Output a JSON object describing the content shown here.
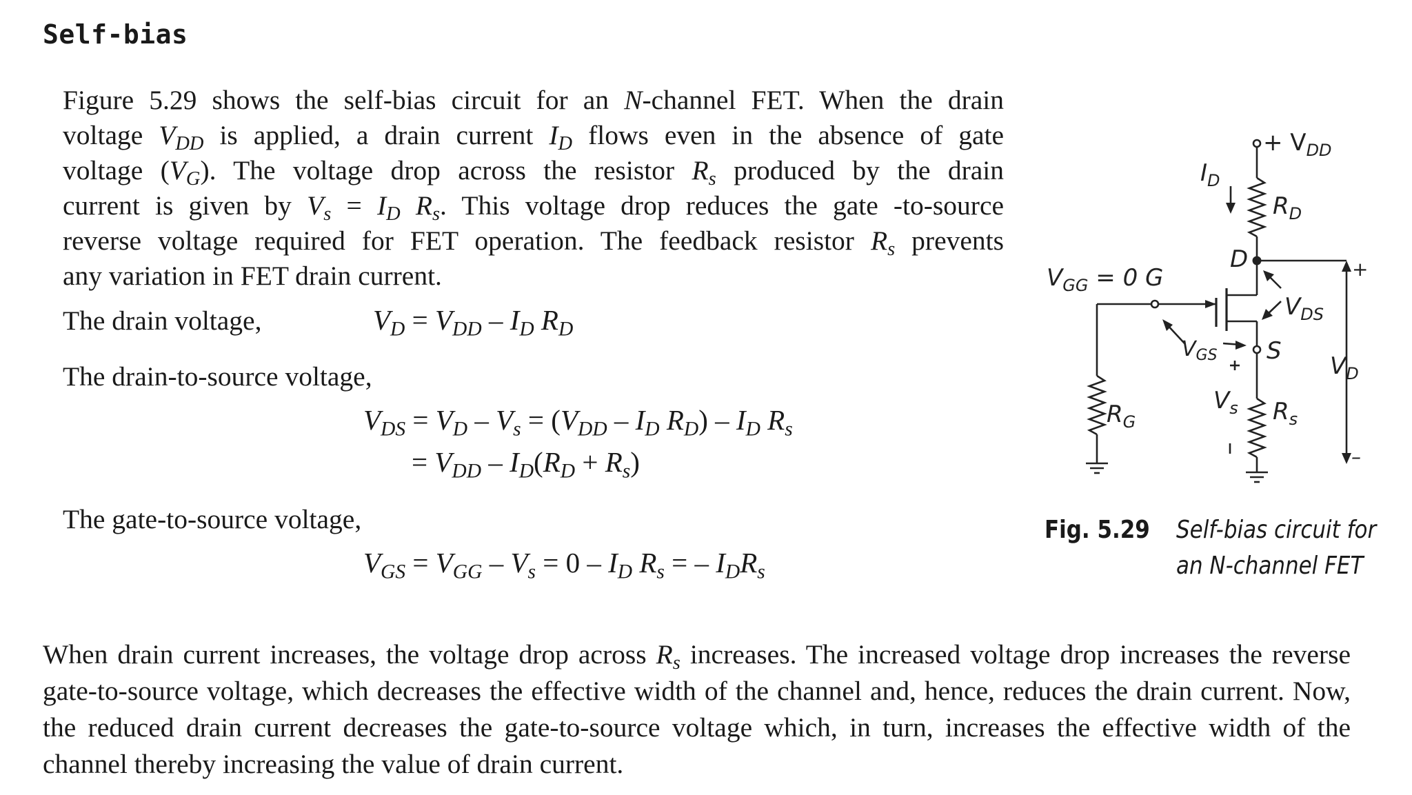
{
  "heading": "Self-bias",
  "para1": {
    "l1": {
      "a": "Figure 5.29 shows the self-bias circuit for an ",
      "n": "N",
      "b": "-channel FET. When the drain"
    },
    "l2": {
      "a": "voltage ",
      "v": "V",
      "vs": "DD",
      "b": " is applied, a drain current ",
      "i": "I",
      "is": "D",
      "c": " flows even in the absence of gate"
    },
    "l3": {
      "a": "voltage (",
      "v": "V",
      "vs": "G",
      "b": "). The voltage drop across the resistor ",
      "r": "R",
      "rs": "s",
      "c": " produced by the drain"
    },
    "l4": {
      "a": "current is given by ",
      "v": "V",
      "vs": "s",
      "b": " = ",
      "i": "I",
      "is": "D",
      "c": " ",
      "r": "R",
      "rs": "s",
      "d": ". This voltage drop reduces the gate -to-source"
    },
    "l5": {
      "a": "reverse voltage required for FET operation. The feedback resistor ",
      "r": "R",
      "rs": "s",
      "b": " prevents"
    },
    "l6": "any variation in FET drain current."
  },
  "labels": {
    "drain_voltage": "The drain voltage,",
    "drain_source": "The drain-to-source voltage,",
    "gate_source": "The gate-to-source voltage,"
  },
  "eqs": {
    "vd": {
      "lhs": "V",
      "lhs_sub": "D",
      "eq": " = ",
      "t1": "V",
      "t1s": "DD",
      "m": " – ",
      "t2": "I",
      "t2s": "D",
      "sp": " ",
      "t3": "R",
      "t3s": "D"
    },
    "vds1": {
      "lhs": "V",
      "lhs_sub": "DS",
      "eq": " = ",
      "t1": "V",
      "t1s": "D",
      "m1": " – ",
      "t2": "V",
      "t2s": "s",
      "eq2": " = (",
      "t3": "V",
      "t3s": "DD",
      "m2": " – ",
      "t4": "I",
      "t4s": "D",
      "sp": " ",
      "t5": "R",
      "t5s": "D",
      "cl": ") – ",
      "t6": "I",
      "t6s": "D",
      "sp2": " ",
      "t7": "R",
      "t7s": "s"
    },
    "vds2": {
      "eq": "= ",
      "t1": "V",
      "t1s": "DD",
      "m": " – ",
      "t2": "I",
      "t2s": "D",
      "op": "(",
      "t3": "R",
      "t3s": "D",
      "pl": " + ",
      "t4": "R",
      "t4s": "s",
      "cl": ")"
    },
    "vgs": {
      "lhs": "V",
      "lhs_sub": "GS",
      "eq": " = ",
      "t1": "V",
      "t1s": "GG",
      "m1": " – ",
      "t2": "V",
      "t2s": "s",
      "eq2": " = 0 – ",
      "t3": "I",
      "t3s": "D",
      "sp": " ",
      "t4": "R",
      "t4s": "s",
      "eq3": " = – ",
      "t5": "I",
      "t5s": "D",
      "t6": "R",
      "t6s": "s"
    }
  },
  "para2": {
    "a": "When drain current increases, the voltage drop across ",
    "r": "R",
    "rs": "s",
    "b": " increases. The increased voltage drop increases the reverse gate-to-source voltage, which decreases the effective width of the channel and, hence, reduces the drain current. Now, the reduced drain current decreases the gate-to-source voltage which, in turn, increases the effective width of the channel thereby increasing the value of drain current."
  },
  "figure": {
    "caption_number": "Fig. 5.29",
    "caption_line1": "Self-bias circuit for",
    "caption_line2": "an N-channel  FET",
    "labels": {
      "vdd": "+ V",
      "vdd_sub": "DD",
      "id": "I",
      "id_sub": "D",
      "rd": "R",
      "rd_sub": "D",
      "d": "D",
      "plus_right": "+",
      "vgg": "V",
      "vgg_sub": "GG",
      "vgg_rest": " = 0 G",
      "vds": "V",
      "vds_sub": "DS",
      "vgs": "V",
      "vgs_sub": "GS",
      "s": "S",
      "plus_vs": "+",
      "vd": "V",
      "vd_sub": "D",
      "rg": "R",
      "rg_sub": "G",
      "vs": "V",
      "vs_sub": "s",
      "rs": "R",
      "rs_sub": "s",
      "minus_vs": "–",
      "minus_right": "–"
    }
  }
}
